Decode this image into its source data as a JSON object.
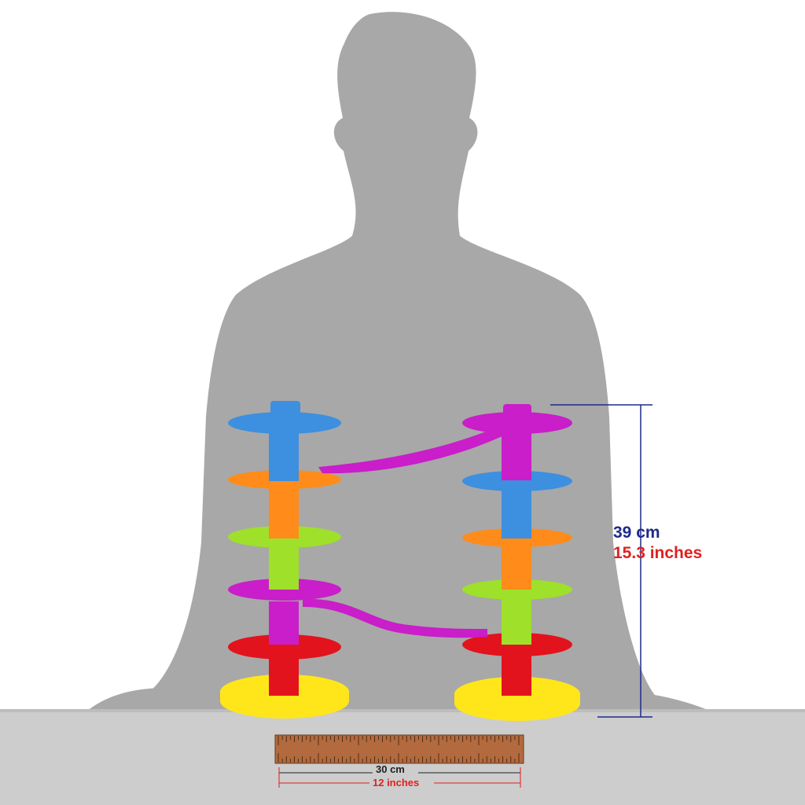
{
  "dimensions": {
    "height_cm": "39 cm",
    "height_in": "15.3 inches",
    "width_cm": "30 cm",
    "width_in": "12 inches"
  },
  "colors": {
    "background": "#ffffff",
    "silhouette": "#a8a8a8",
    "table": "#cdcdcd",
    "table_edge": "#bdbdbd",
    "blue": "#3d8fe0",
    "orange": "#ff8c1a",
    "green": "#9ee02a",
    "magenta": "#c91ec9",
    "red": "#e2131d",
    "yellow": "#ffe61a",
    "ruler": "#b26a3e",
    "height_text": "#1f2a8a",
    "inch_text": "#e02020",
    "cm_text": "#222222"
  },
  "icons": {
    "figure": "person-silhouette",
    "toy": "ball-drop-towers",
    "ruler": "ruler"
  }
}
